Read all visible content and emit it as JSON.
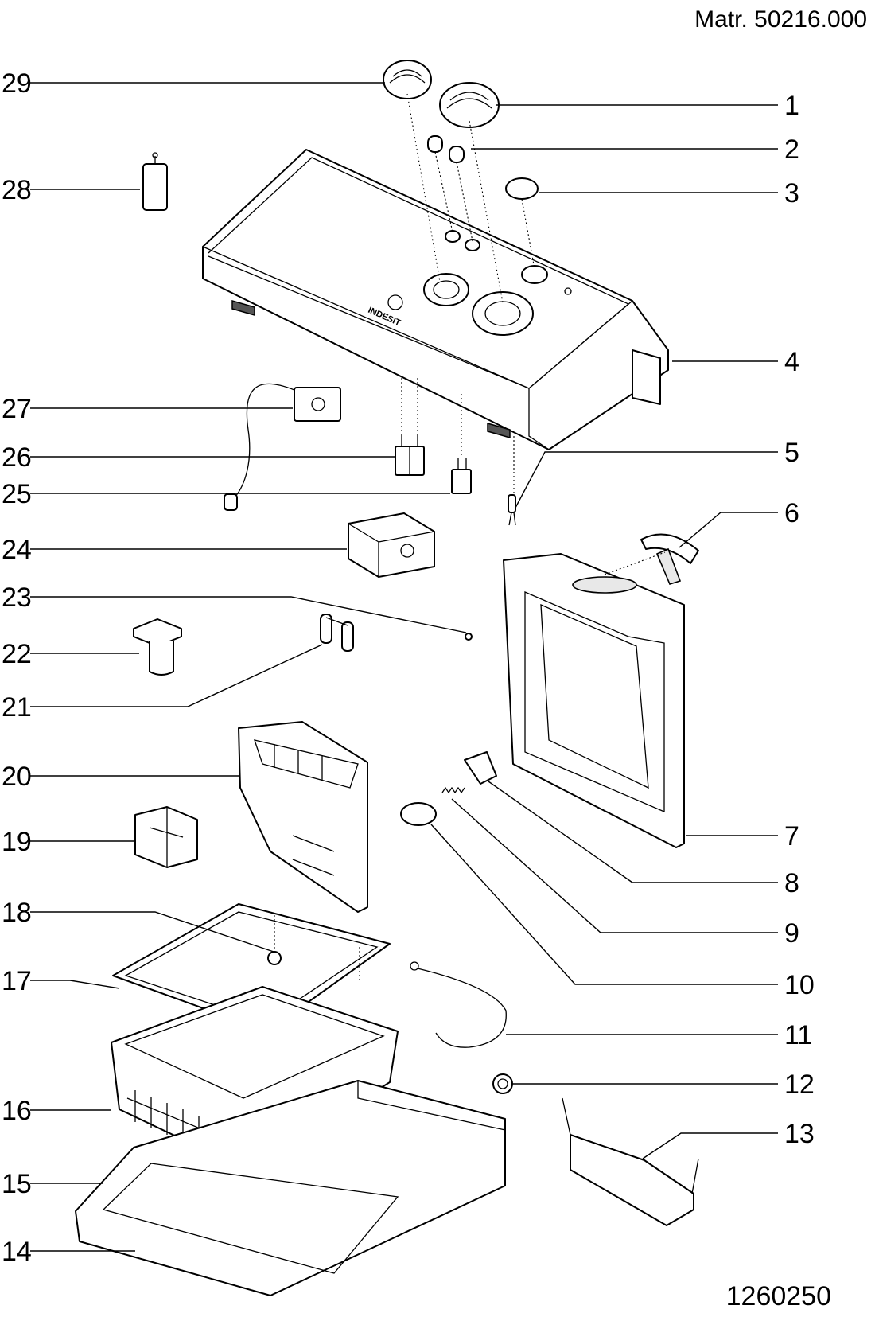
{
  "header": {
    "material_code": "Matr. 50216.000"
  },
  "footer": {
    "drawing_number": "1260250"
  },
  "brand_logo": "INDESIT",
  "labels": {
    "n1": "1",
    "n2": "2",
    "n3": "3",
    "n4": "4",
    "n5": "5",
    "n6": "6",
    "n7": "7",
    "n8": "8",
    "n9": "9",
    "n10": "10",
    "n11": "11",
    "n12": "12",
    "n13": "13",
    "n14": "14",
    "n15": "15",
    "n16": "16",
    "n17": "17",
    "n18": "18",
    "n19": "19",
    "n20": "20",
    "n21": "21",
    "n22": "22",
    "n23": "23",
    "n24": "24",
    "n25": "25",
    "n26": "26",
    "n27": "27",
    "n28": "28",
    "n29": "29"
  },
  "colors": {
    "line": "#000000",
    "background": "#ffffff",
    "shade": "#e8e8e8"
  }
}
